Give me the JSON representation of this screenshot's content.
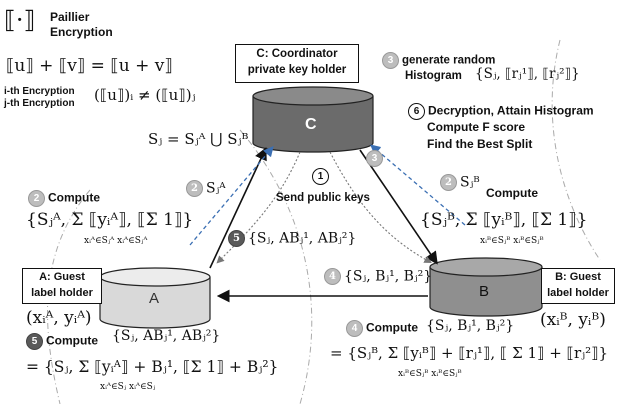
{
  "legend": {
    "bracket_symbol": "⟦·⟧",
    "paillier_line1": "Paillier",
    "paillier_line2": "Encryption",
    "homomorphic_eq": "⟦u⟧ + ⟦v⟧ = ⟦u + v⟧",
    "ith_label": "i-th Encryption",
    "jth_label": "j-th Encryption",
    "ij_eq": "(⟦u⟧)ᵢ ≠ (⟦u⟧)ⱼ"
  },
  "coordinator": {
    "title_line1": "C: Coordinator",
    "title_line2": "private key holder",
    "cylinder_label": "C"
  },
  "guest_a": {
    "title_line1": "A: Guest",
    "title_line2": "label holder",
    "cylinder_label": "A",
    "data_label": "(xᵢᴬ, yᵢᴬ)"
  },
  "guest_b": {
    "title_line1": "B: Guest",
    "title_line2": "label holder",
    "cylinder_label": "B",
    "data_label": "(xᵢᴮ, yᵢᴮ)"
  },
  "union_eq": "Sⱼ = Sⱼᴬ ⋃ Sⱼᴮ",
  "steps": {
    "s1_label": "Send public keys",
    "s2_left_compute": "Compute",
    "s2_left_eq": "{Sⱼᴬ, Σ ⟦yᵢᴬ⟧, ⟦Σ 1⟧}",
    "s2_left_sub": "xᵢᴬ∈Sⱼᴬ      xᵢᴬ∈Sⱼᴬ",
    "s2_left_arrow": "Sⱼᴬ",
    "s2_right_compute": "Compute",
    "s2_right_eq": "{Sⱼᴮ, Σ ⟦yᵢᴮ⟧, ⟦Σ 1⟧}",
    "s2_right_sub": "xᵢᴮ∈Sⱼᴮ      xᵢᴮ∈Sⱼᴮ",
    "s2_right_arrow": "Sⱼᴮ",
    "s3_label_line1": "generate random",
    "s3_label_line2": "Histogram",
    "s3_eq": "{Sⱼ, ⟦rⱼ¹⟧, ⟦rⱼ²⟧}",
    "s4_arrow_eq": "{Sⱼ, Bⱼ¹, Bⱼ²}",
    "s4_compute": "Compute",
    "s4_eq": "{Sⱼ, Bⱼ¹, Bⱼ²}",
    "s4_result": "= {Sⱼᴮ, Σ ⟦yᵢᴮ⟧ + ⟦rⱼ¹⟧, ⟦ Σ 1⟧ + ⟦rⱼ²⟧}",
    "s4_result_sub": "xᵢᴮ∈Sⱼᴮ                  xᵢᴮ∈Sⱼᴮ",
    "s5_arrow_eq": "{Sⱼ, ABⱼ¹, ABⱼ²}",
    "s5_compute": "Compute",
    "s5_eq": "{Sⱼ, ABⱼ¹, ABⱼ²}",
    "s5_result": "= {Sⱼ, Σ ⟦yᵢᴬ⟧ + Bⱼ¹, ⟦Σ 1⟧ + Bⱼ²}",
    "s5_result_sub": "xᵢᴬ∈Sⱼ              xᵢᴬ∈Sⱼ",
    "s6_line1": "Decryption, Attain Histogram",
    "s6_line2": "Compute F score",
    "s6_line3": "Find the Best Split"
  },
  "step_numbers": {
    "one": "1",
    "two": "2",
    "three": "3",
    "four": "4",
    "five": "5",
    "six": "6"
  }
}
